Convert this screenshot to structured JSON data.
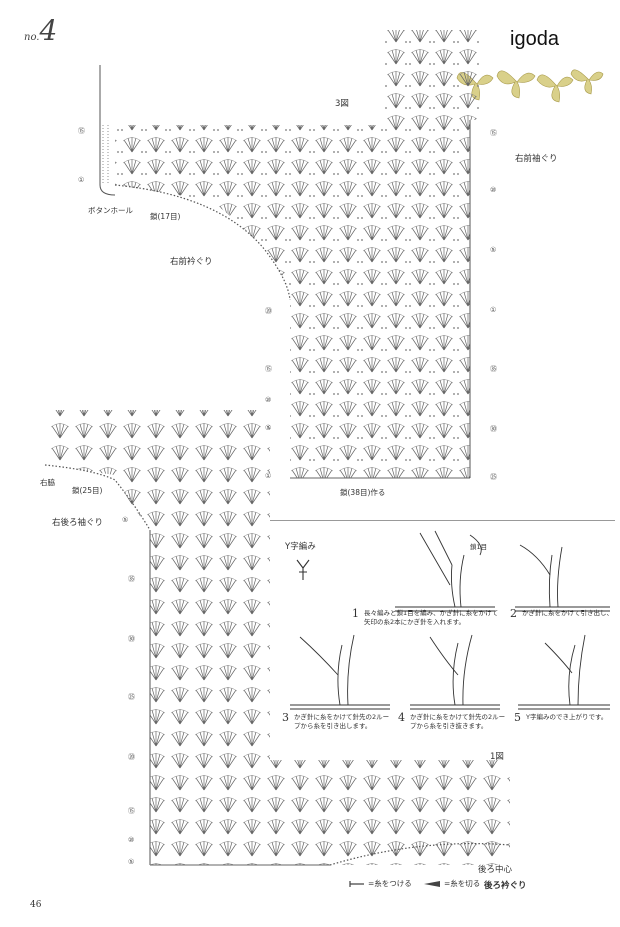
{
  "header": {
    "issue_prefix": "no.",
    "issue_number": "4",
    "watermark": "igoda",
    "page_number": "46"
  },
  "diagram3": {
    "title": "3図",
    "right_front_sleeve": "右前袖ぐり",
    "right_front_neck": "右前衿ぐり",
    "buttonhole": "ボタンホール",
    "chain17": "鎖(17目)",
    "chain38": "鎖(38目)作る",
    "row_marks_left": [
      "⑮",
      "①"
    ],
    "row_marks_right": [
      "⑮",
      "⑩",
      "⑤",
      "①",
      "㉟",
      "㉚",
      "㉕",
      "⑳",
      "⑮",
      "⑩",
      "⑤",
      "①"
    ]
  },
  "diagram1": {
    "title": "1図",
    "right_side": "右脇",
    "chain25": "鎖(25目)",
    "right_back_sleeve": "右後ろ袖ぐり",
    "back_center": "後ろ中心",
    "back_neck": "後ろ衿ぐり",
    "row_marks_left": [
      "㉟",
      "㉚",
      "㉕",
      "⑳",
      "⑮",
      "⑩",
      "⑤",
      "①"
    ],
    "row_mark_left_top": "⑤"
  },
  "legend": {
    "attach": "=糸をつける",
    "cut": "=糸を切る"
  },
  "y_stitch": {
    "title": "Y字編み",
    "chain1": "鎖1目",
    "steps": [
      {
        "num": "1",
        "text": "長々編みと鎖1目を編み、かぎ針に糸をかけて矢印の糸2本にかぎ針を入れます。"
      },
      {
        "num": "2",
        "text": "かぎ針に糸をかけて引き出し、"
      },
      {
        "num": "3",
        "text": "かぎ針に糸をかけて針先の2ループから糸を引き出します。"
      },
      {
        "num": "4",
        "text": "かぎ針に糸をかけて針先の2ループから糸を引き抜きます。"
      },
      {
        "num": "5",
        "text": "Y字編みのでき上がりです。"
      }
    ]
  }
}
